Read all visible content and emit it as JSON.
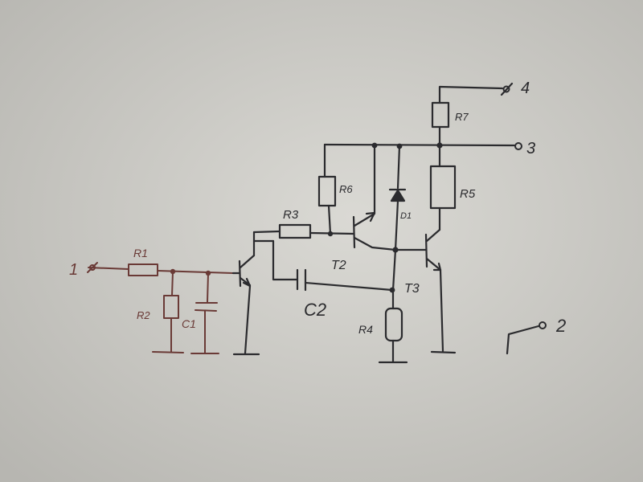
{
  "paper_color": "#c9c8c3",
  "ink_color": "#2b2b2e",
  "red_ink_color": "#6a3a36",
  "labels": {
    "r1": "R1",
    "r2": "R2",
    "c1": "C1",
    "r3": "R3",
    "r4": "R4",
    "r5": "R5",
    "r6": "R6",
    "r7": "R7",
    "c2": "C2",
    "d1": "D1",
    "t2": "T2",
    "t3": "T3",
    "term1": "1",
    "term2": "2",
    "term3": "3",
    "term4": "4"
  }
}
